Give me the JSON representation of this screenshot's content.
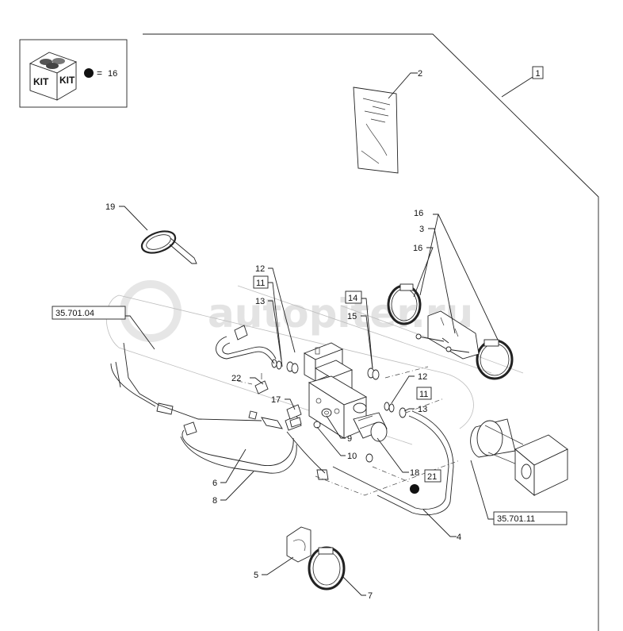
{
  "kit": {
    "labels": [
      "KIT",
      "KIT"
    ],
    "legend_sign": "=",
    "legend_number": "16"
  },
  "watermark": "autopiter.ru",
  "callouts": {
    "c1": "1",
    "c2": "2",
    "c3": "3",
    "c4": "4",
    "c5": "5",
    "c6": "6",
    "c7": "7",
    "c8": "8",
    "c9": "9",
    "c10": "10",
    "c11a": "11",
    "c11b": "11",
    "c12a": "12",
    "c12b": "12",
    "c13a": "13",
    "c13b": "13",
    "c14": "14",
    "c15": "15",
    "c16a": "16",
    "c16b": "16",
    "c17": "17",
    "c18": "18",
    "c19": "19",
    "c21": "21",
    "c22": "22"
  },
  "references": {
    "left": "35.701.04",
    "right": "35.701.11"
  },
  "colors": {
    "line": "#222222",
    "watermark": "#e3e3e3",
    "kit_dot": "#111111"
  }
}
